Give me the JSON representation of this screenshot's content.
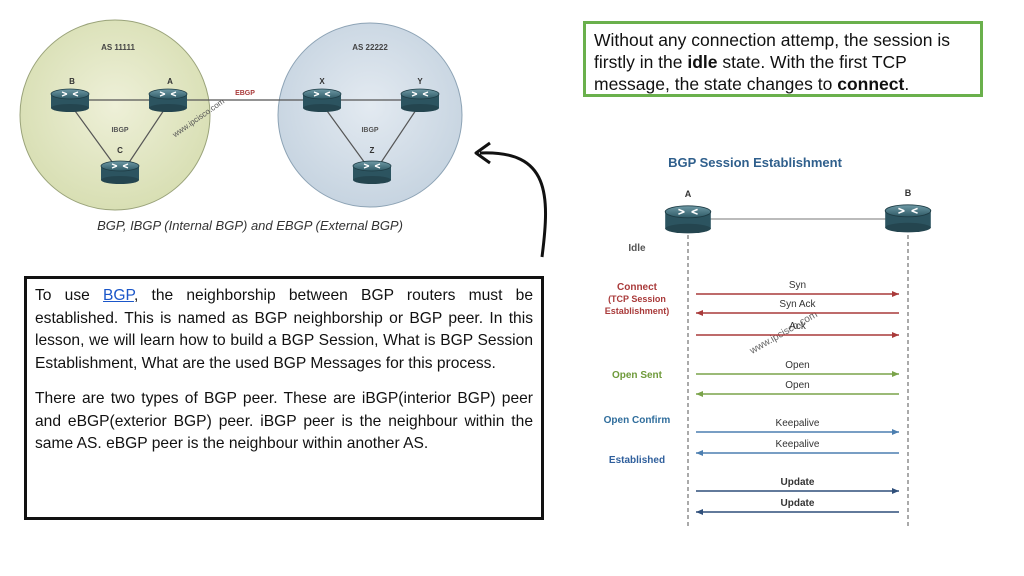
{
  "topology": {
    "as1": {
      "label": "AS 11111",
      "routers": [
        "B",
        "A",
        "C"
      ],
      "link_label": "IBGP"
    },
    "as2": {
      "label": "AS 22222",
      "routers": [
        "X",
        "Y",
        "Z"
      ],
      "link_label": "IBGP"
    },
    "ebgp_label": "EBGP",
    "watermark": "www.ipcisco.com",
    "caption": "BGP, IBGP (Internal BGP) and EBGP (External BGP)"
  },
  "note": {
    "part1": "Without any connection attemp, the session is firstly in the ",
    "bold1": "idle",
    "part2": " state. With the first TCP message, the state changes to ",
    "bold2": "connect",
    "part3": "."
  },
  "description": {
    "p1_before": "To use ",
    "p1_link": "BGP",
    "p1_after": ", the neighborship between BGP routers must be established. This is named as BGP neighborship or BGP peer. In this lesson, we will learn how to build a BGP Session, What is BGP Session Establishment, What are the used BGP Messages for this process.",
    "p2": "There are two types of BGP peer. These are iBGP(interior BGP) peer and eBGP(exterior BGP) peer. iBGP peer is the neighbour within the same AS. eBGP peer is the neighbour within another AS."
  },
  "sequence": {
    "title": "BGP Session Establishment",
    "router_a": "A",
    "router_b": "B",
    "watermark": "www.ipcisco.com",
    "states": [
      {
        "lines": [
          "Idle"
        ],
        "color": "#555555"
      },
      {
        "lines": [
          "Connect",
          "(TCP Session",
          "Establishment)"
        ],
        "color": "#a93a3a"
      },
      {
        "lines": [
          "Open Sent"
        ],
        "color": "#6e9a3a"
      },
      {
        "lines": [
          "Open Confirm"
        ],
        "color": "#2f6d9c"
      },
      {
        "lines": [
          "Established"
        ],
        "color": "#2f5f9c"
      }
    ],
    "messages": [
      {
        "label": "Syn",
        "direction": "A-to-B",
        "color": "#a93a3a"
      },
      {
        "label": "Syn Ack",
        "direction": "B-to-A",
        "color": "#a93a3a"
      },
      {
        "label": "Ack",
        "direction": "A-to-B",
        "color": "#a93a3a"
      },
      {
        "label": "Open",
        "direction": "A-to-B",
        "color": "#7aa34a"
      },
      {
        "label": "Open",
        "direction": "B-to-A",
        "color": "#7aa34a"
      },
      {
        "label": "Keepalive",
        "direction": "A-to-B",
        "color": "#4c7fb0"
      },
      {
        "label": "Keepalive",
        "direction": "B-to-A",
        "color": "#4c7fb0"
      },
      {
        "label": "Update",
        "direction": "A-to-B",
        "color": "#2f4f7a"
      },
      {
        "label": "Update",
        "direction": "B-to-A",
        "color": "#2f4f7a"
      }
    ]
  }
}
